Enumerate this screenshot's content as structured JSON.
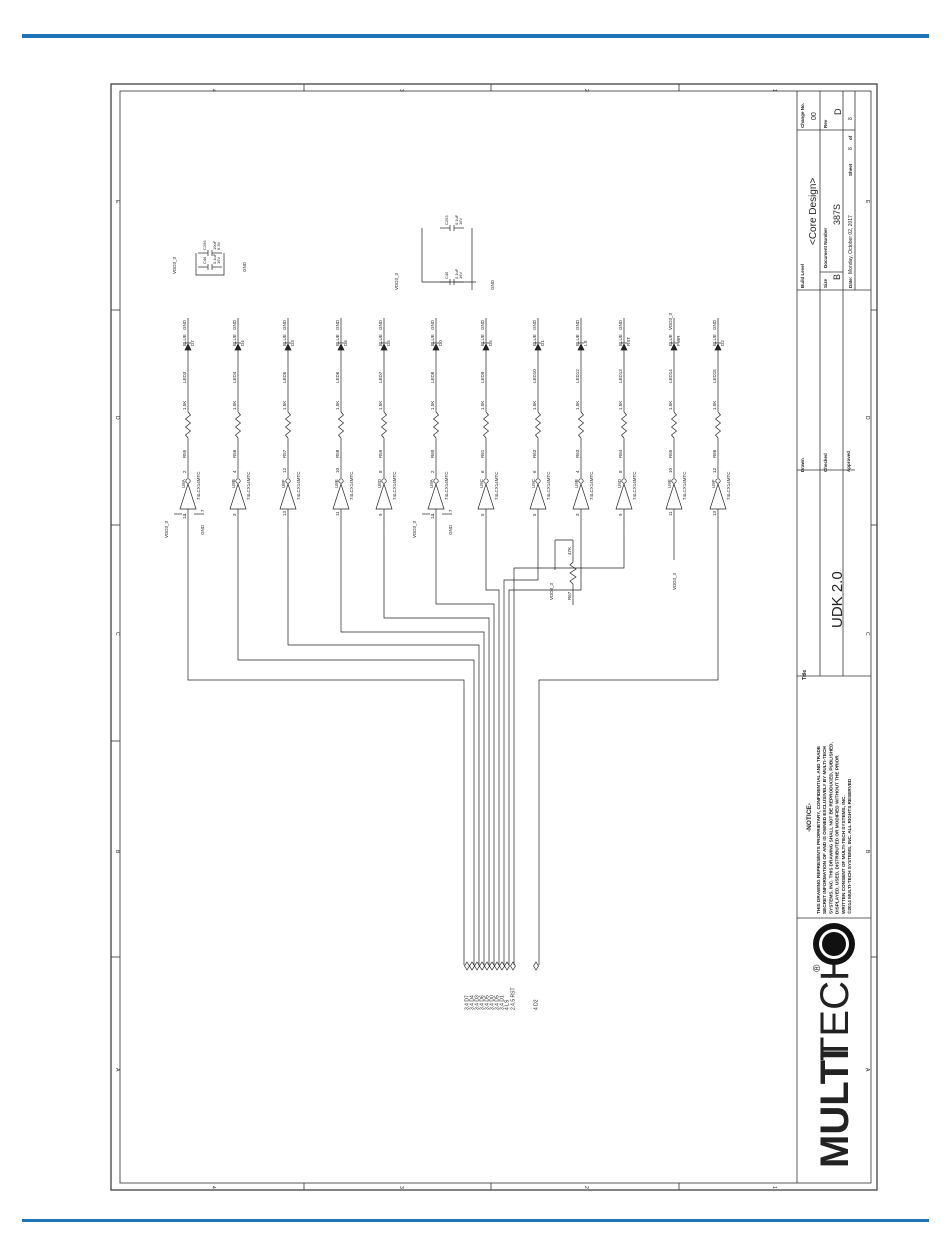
{
  "accent": "#1f73b7",
  "sheet": {
    "title_label": "Title",
    "title": "UDK 2.0",
    "build_level_label": "Build Level",
    "build_level": "<Core Design>",
    "size_label": "Size",
    "size": "B",
    "doc_number_label": "Document Number",
    "doc_number": "387S",
    "rev_label": "Rev",
    "rev": "D",
    "change_no_label": "Change No.",
    "change_no": "00",
    "date_label": "Date:",
    "date": "Monday, October 02, 2017",
    "sheet_label": "Sheet",
    "sheet_no": "8",
    "of_label": "of",
    "sheet_total": "8",
    "drawn_label": "Drawn",
    "checked_label": "Checked",
    "approved_label": "Approved",
    "notice_title": "-NOTICE-",
    "notice_lines": [
      "THIS DRAWING REPRESENTS PROPRIETARY, CONFIDENTIAL AND TRADE",
      "SECRET INFORMATION OF AND IS OWNED EXCLUSIVELY BY MULTI-TECH",
      "SYSTEMS, INC. THIS DRAWING SHALL NOT BE REPRODUCED, PUBLISHED,",
      "DISPLAYED, USED, DISTRIBUTED OR MODIFIED WITHOUT THE PRIOR",
      "WRITTEN CONSENT OF MULTI-TECH SYSTEMS, INC.",
      "©2014 MULTI-TECH SYSTEMS, INC. ALL RIGHTS RESERVED"
    ],
    "logo_text_bold": "MULTI",
    "logo_text_light": "TECH",
    "logo_reg": "®"
  },
  "zones": {
    "columns": [
      "4",
      "3",
      "2",
      "1"
    ],
    "rows": [
      "A",
      "B",
      "C",
      "D",
      "E"
    ]
  },
  "channels": [
    {
      "gate": "U8A",
      "pin_in": "1",
      "pin_out": "2",
      "part": "74LCX14MTC",
      "res": "R55",
      "res_val": "1.5K",
      "led": "LED3",
      "color": "BLUE",
      "diode": "D7",
      "ret": "GND",
      "vdd_pin": "14",
      "gnd_pin": "7"
    },
    {
      "gate": "U8B",
      "pin_in": "3",
      "pin_out": "4",
      "part": "74LCX14MTC",
      "res": "R56",
      "res_val": "1.5K",
      "led": "LED4",
      "color": "BLUE",
      "diode": "D4",
      "ret": "GND"
    },
    {
      "gate": "U8F",
      "pin_in": "13",
      "pin_out": "12",
      "part": "74LCX14MTC",
      "res": "R57",
      "res_val": "1.5K",
      "led": "LED5",
      "color": "BLUE",
      "diode": "D3",
      "ret": "GND"
    },
    {
      "gate": "U8E",
      "pin_in": "11",
      "pin_out": "10",
      "part": "74LCX14MTC",
      "res": "R58",
      "res_val": "1.5K",
      "led": "LED6",
      "color": "BLUE",
      "diode": "D6",
      "ret": "GND"
    },
    {
      "gate": "U8D",
      "pin_in": "9",
      "pin_out": "8",
      "part": "74LCX14MTC",
      "res": "R59",
      "res_val": "1.5K",
      "led": "LED7",
      "color": "BLUE",
      "diode": "D5",
      "ret": "GND"
    },
    {
      "gate": "U9A",
      "pin_in": "1",
      "pin_out": "2",
      "part": "74LCX14MTC",
      "res": "R60",
      "res_val": "1.5K",
      "led": "LED8",
      "color": "BLUE",
      "diode": "D0",
      "ret": "GND",
      "vdd_pin": "14",
      "gnd_pin": "7"
    },
    {
      "gate": "U9C",
      "pin_in": "5",
      "pin_out": "6",
      "part": "74LCX14MTC",
      "res": "R61",
      "res_val": "1.5K",
      "led": "LED9",
      "color": "BLUE",
      "diode": "D5",
      "ret": "GND"
    },
    {
      "gate": "U9C",
      "pin_in": "5",
      "pin_out": "6",
      "part": "74LCX14MTC",
      "res": "R62",
      "res_val": "1.5K",
      "led": "LED10",
      "color": "BLUE",
      "diode": "D1",
      "ret": "GND"
    },
    {
      "gate": "U9B",
      "pin_in": "3",
      "pin_out": "4",
      "part": "74LCX14MTC",
      "res": "R63",
      "res_val": "1.5K",
      "led": "LED12",
      "color": "BLUE",
      "diode": "LS",
      "ret": "GND"
    },
    {
      "gate": "U9D",
      "pin_in": "9",
      "pin_out": "8",
      "part": "74LCX14MTC",
      "res": "R64",
      "res_val": "1.5K",
      "led": "LED13",
      "color": "BLUE",
      "diode": "RST",
      "ret": "GND"
    },
    {
      "gate": "U9E",
      "pin_in": "11",
      "pin_out": "10",
      "part": "74LCX14MTC",
      "res": "R65",
      "res_val": "1.5K",
      "led": "LED14",
      "color": "BLUE",
      "diode": "PWR",
      "ret": "VDD3_3"
    },
    {
      "gate": "U9F",
      "pin_in": "13",
      "pin_out": "12",
      "part": "74LCX14MTC",
      "res": "R66",
      "res_val": "1.5K",
      "led": "LED15",
      "color": "BLUE",
      "diode": "D2",
      "ret": "GND"
    }
  ],
  "supply": {
    "vdd": "VDD3_3",
    "gnd": "GND"
  },
  "pullup": {
    "ref": "R67",
    "value": "47K"
  },
  "caps": [
    {
      "ref": "C255",
      "value": "10uF",
      "rating": "6.3V",
      "side": "top"
    },
    {
      "ref": "C46",
      "value": "0.1uF",
      "rating": "16V",
      "side": "bottom"
    },
    {
      "ref": "C253",
      "value": "0.1uF",
      "rating": "16V",
      "side": "top"
    },
    {
      "ref": "C45",
      "value": "0.1uF",
      "rating": "16V",
      "side": "bottom"
    }
  ],
  "offpage": [
    "3,4  D7",
    "3,4  D4",
    "3,4  D3",
    "3,4  D6",
    "3,4  D5",
    "3,4  D0",
    "3,4  D5",
    "3,4  D1",
    "4  LS",
    "2,4,5  RST",
    "4  D2"
  ]
}
